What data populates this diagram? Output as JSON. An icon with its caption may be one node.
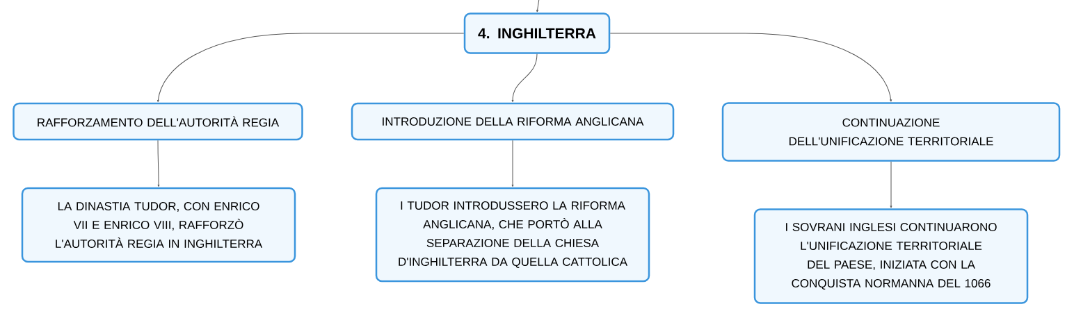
{
  "diagram": {
    "nodes": [
      {
        "text": [
          "4. INGHILTERRA"
        ]
      },
      {
        "text": [
          "RAFFORZAMENTO DELL'AUTORITÀ REGIA"
        ]
      },
      {
        "text": [
          "INTRODUZIONE DELLA RIFORMA ANGLICANA"
        ]
      },
      {
        "text": [
          "CONTINUAZIONE DELL'UNIFICAZIONE TERRITORIALE"
        ]
      },
      {
        "text": [
          "LA DINASTIA TUDOR, CON ENRICO VII E ENRICO VIII, RAFFORZÒ L'AUTORITÀ REGIA IN INGHILTERRA"
        ]
      },
      {
        "text": [
          "I TUDOR INTRODUSSERO LA RIFORMA ANGLICANA, CHE PORTÒ ALLA SEPARAZIONE DELLA CHIESA D'INGHILTERRA DA QUELLA CATTOLICA"
        ]
      },
      {
        "text": [
          "I SOVRANI INGLESI CONTINUARONO L'UNIFICAZIONE TERRITORIALE DEL PAESE, INIZIATA CON LA CONQUISTA NORMANNA DEL 1066"
        ]
      }
    ],
    "edges": [
      {
        "from": null,
        "to": 0,
        "arrow": "to"
      },
      {
        "from": 0,
        "to": 1,
        "arrow": "to"
      },
      {
        "from": 0,
        "to": 2,
        "arrow": "to"
      },
      {
        "from": 0,
        "to": 3,
        "arrow": "to"
      },
      {
        "from": 1,
        "to": 4,
        "arrow": "to"
      },
      {
        "from": 2,
        "to": 5,
        "arrow": "to"
      },
      {
        "from": 3,
        "to": 6,
        "arrow": "to"
      }
    ]
  }
}
